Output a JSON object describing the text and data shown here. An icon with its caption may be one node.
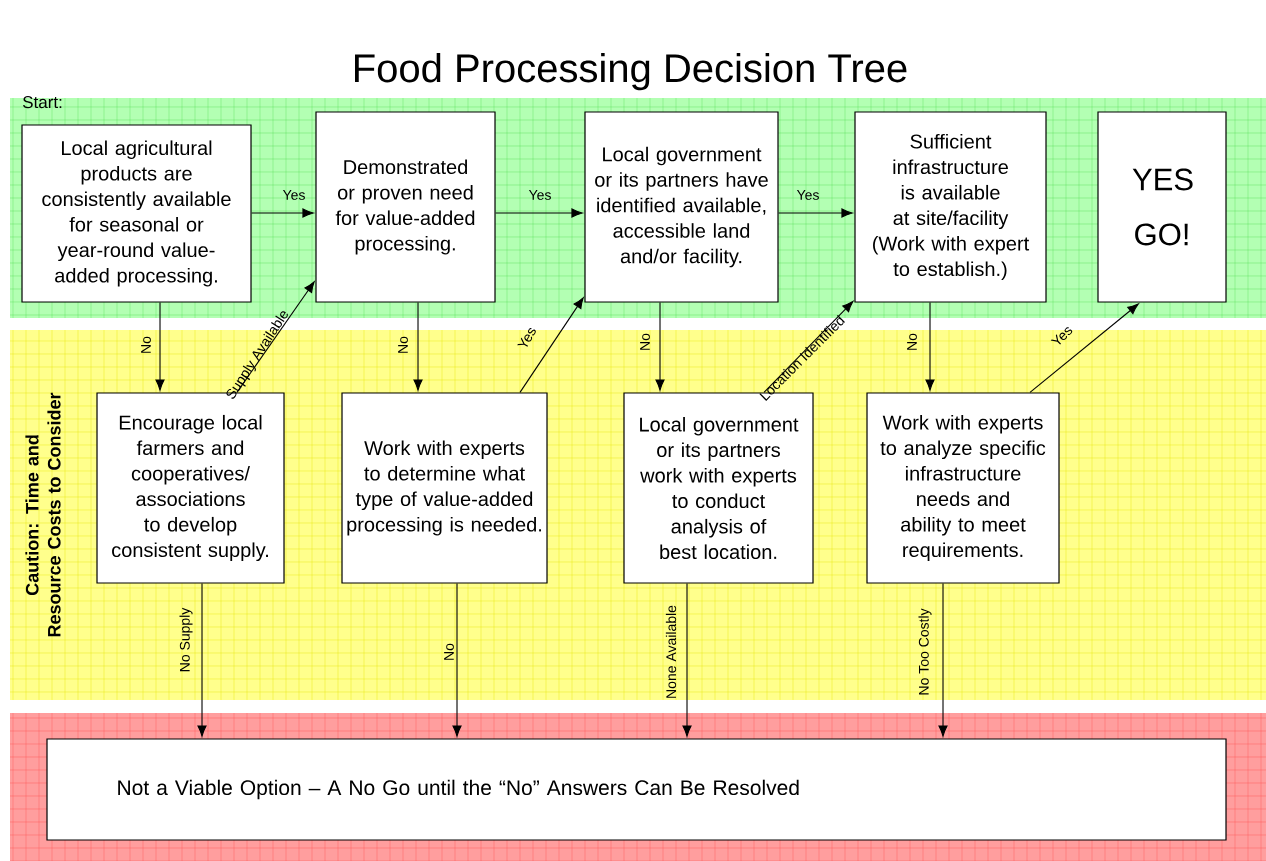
{
  "diagram": {
    "title": "Food Processing Decision Tree",
    "nodes": [
      {
        "text": [
          "Local agricultural products are consistently available for seasonal or year-round value-added processing."
        ]
      },
      {
        "text": [
          "Demonstrated or proven need for value-added processing."
        ]
      },
      {
        "text": [
          "Local government or its partners have identified available, accessible land and/or facility."
        ]
      },
      {
        "text": [
          "Sufficient infrastructure is available at site/facility (Work with expert to establish.)"
        ]
      },
      {
        "text": [
          "YES GO!"
        ]
      },
      {
        "text": [
          "Encourage local farmers and cooperatives/ associations to develop consistent supply."
        ]
      },
      {
        "text": [
          "Work with experts to determine what type of value-added processing is needed."
        ]
      },
      {
        "text": [
          "Local government or its partners work with experts to conduct analysis of best location."
        ]
      },
      {
        "text": [
          "Work with experts to analyze specific infrastructure needs and ability to meet requirements."
        ]
      },
      {
        "text": [
          "Not a Viable Option – A No Go until the “No” Answers Can Be Resolved"
        ]
      }
    ],
    "edges": [
      {
        "from": 0,
        "to": 1,
        "arrow": "to",
        "label": "Yes"
      },
      {
        "from": 1,
        "to": 2,
        "arrow": "to",
        "label": "Yes"
      },
      {
        "from": 2,
        "to": 3,
        "arrow": "to",
        "label": "Yes"
      },
      {
        "from": 0,
        "to": 5,
        "arrow": "to",
        "label": "No"
      },
      {
        "from": 5,
        "to": 1,
        "arrow": "to",
        "label": "Supply Available"
      },
      {
        "from": 1,
        "to": 6,
        "arrow": "to",
        "label": "No"
      },
      {
        "from": 6,
        "to": 2,
        "arrow": "to",
        "label": "Yes"
      },
      {
        "from": 2,
        "to": 7,
        "arrow": "to",
        "label": "No"
      },
      {
        "from": 7,
        "to": 3,
        "arrow": "to",
        "label": "Location Identified"
      },
      {
        "from": 3,
        "to": 8,
        "arrow": "to",
        "label": "No"
      },
      {
        "from": 8,
        "to": 4,
        "arrow": "to",
        "label": "Yes"
      },
      {
        "from": 5,
        "to": 9,
        "arrow": "to",
        "label": "No Supply"
      },
      {
        "from": 6,
        "to": 9,
        "arrow": "to",
        "label": "No"
      },
      {
        "from": 7,
        "to": 9,
        "arrow": "to",
        "label": "None Available"
      },
      {
        "from": 8,
        "to": 9,
        "arrow": "to",
        "label": "No Too Costly"
      }
    ],
    "labels": [
      "Start:",
      "Caution: Time and Resource Costs to Consider"
    ]
  }
}
